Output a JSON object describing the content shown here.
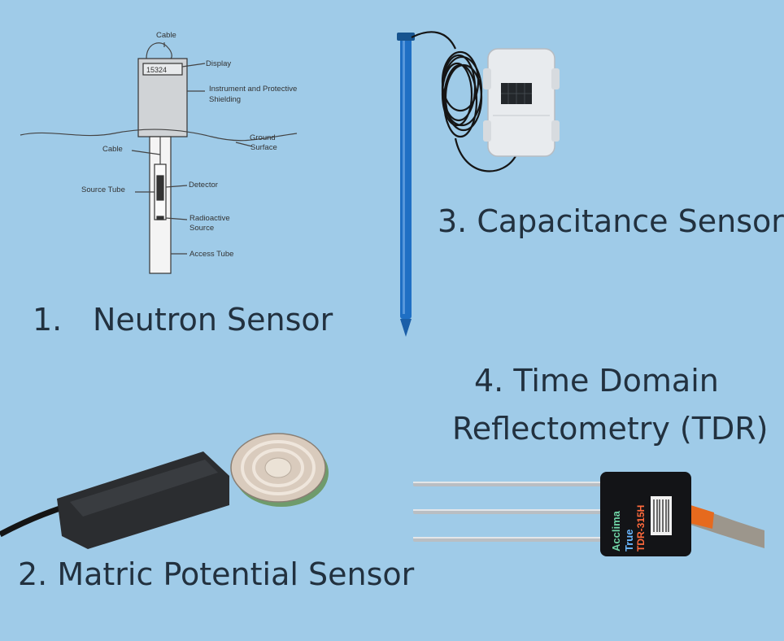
{
  "captions": {
    "neutron_number": "1.",
    "neutron": "Neutron Sensor",
    "matric": "2. Matric Potential Sensor",
    "capacitance": "3. Capacitance Sensor",
    "tdr_line1": "4. Time Domain",
    "tdr_line2": "Reflectometry (TDR)"
  },
  "diagram": {
    "cable_top": "Cable",
    "display_value": "15324",
    "display": "Display",
    "shielding_line1": "Instrument and Protective",
    "shielding_line2": "Shielding",
    "ground_line1": "Ground",
    "ground_line2": "Surface",
    "cable_mid": "Cable",
    "source_tube": "Source Tube",
    "detector": "Detector",
    "radioactive_line1": "Radioactive",
    "radioactive_line2": "Source",
    "access_tube": "Access Tube"
  },
  "tdr_device": {
    "brand": "Acclima",
    "model_line1": "True",
    "model_line2": "TDR-315H"
  },
  "colors": {
    "background": "#9fcbe8",
    "probe_blue": "#1f6fc4",
    "tdr_orange": "#e66a1e"
  }
}
